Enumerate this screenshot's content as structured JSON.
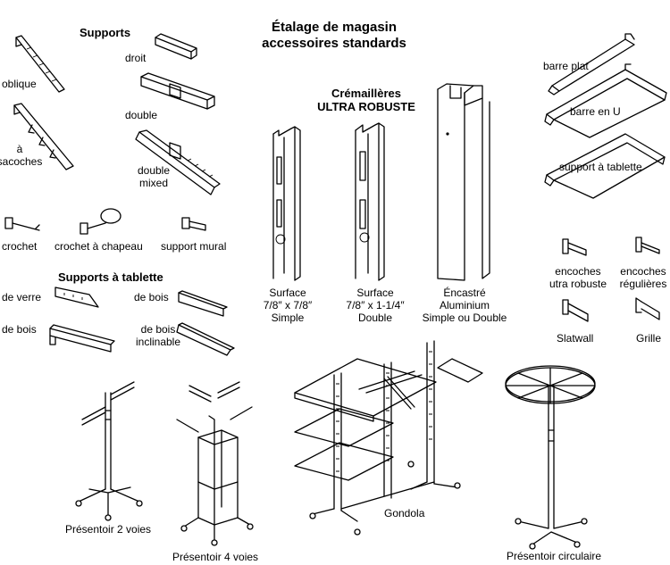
{
  "title": {
    "line1": "Étalage de magasin",
    "line2": "accessoires standards"
  },
  "supports": {
    "heading": "Supports",
    "items": {
      "oblique": "oblique",
      "a_sacoches_1": "à",
      "a_sacoches_2": "sacoches",
      "droit": "droit",
      "double": "double",
      "double_mixed_1": "double",
      "double_mixed_2": "mixed",
      "crochet": "crochet",
      "crochet_chapeau": "crochet à chapeau",
      "support_mural": "support mural"
    }
  },
  "tablette": {
    "heading": "Supports à tablette",
    "items": {
      "verre": "de verre",
      "bois_left": "de bois",
      "bois_right": "de bois",
      "inclinable_1": "de bois",
      "inclinable_2": "inclinable"
    }
  },
  "cremailleres": {
    "heading_1": "Crémaillères",
    "heading_2": "ULTRA ROBUSTE",
    "surface_simple": [
      "Surface",
      "7/8″ x 7/8″",
      "Simple"
    ],
    "surface_double": [
      "Surface",
      "7/8″ x 1-1/4″",
      "Double"
    ],
    "encastre": [
      "Éncastré",
      "Aluminium",
      "Simple ou Double"
    ]
  },
  "bars": {
    "plat": "barre plat",
    "u": "barre en U",
    "tablette": "support à tablette"
  },
  "connectors": {
    "ultra_1": "encoches",
    "ultra_2": "utra robuste",
    "reg_1": "encoches",
    "reg_2": "régulières",
    "slatwall": "Slatwall",
    "grille": "Grille"
  },
  "fixtures": {
    "two_way": "Présentoir 2 voies",
    "four_way": "Présentoir 4 voies",
    "gondola": "Gondola",
    "circular": "Présentoir circulaire"
  }
}
